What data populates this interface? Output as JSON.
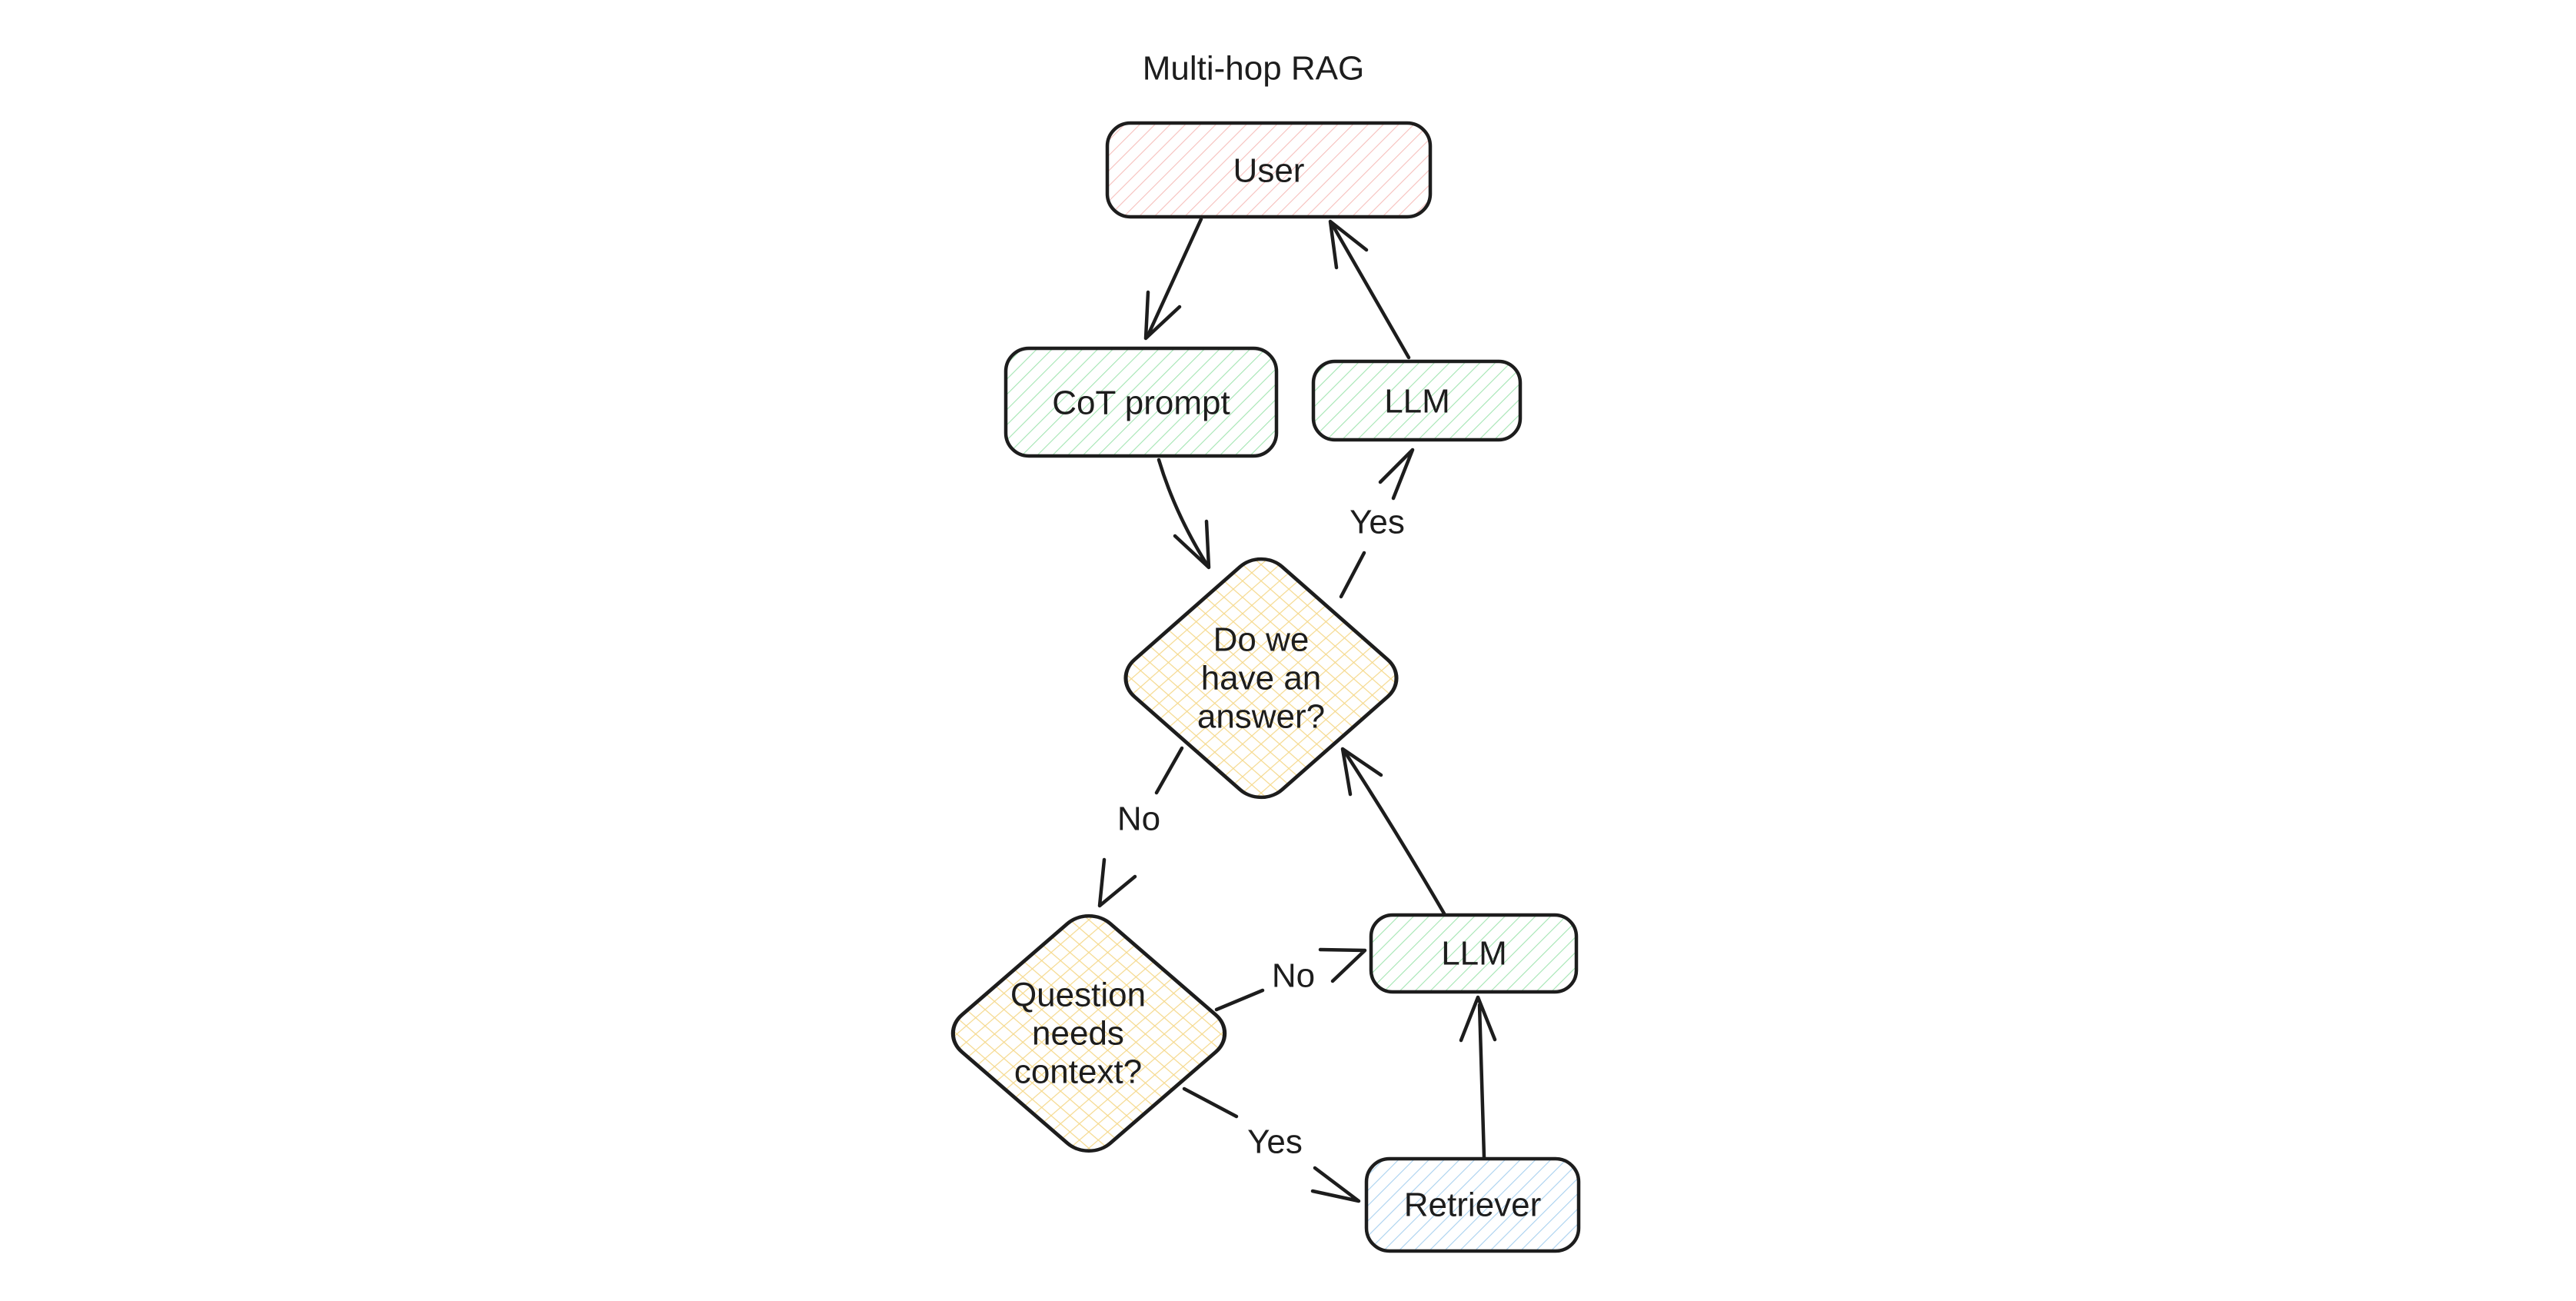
{
  "diagram": {
    "title": "Multi-hop RAG",
    "nodes": {
      "user": {
        "label": "User",
        "shape": "rounded-rect",
        "fill_pattern": "pink-diagonal-hatch"
      },
      "cot_prompt": {
        "label": "CoT prompt",
        "shape": "rounded-rect",
        "fill_pattern": "green-diagonal-hatch"
      },
      "llm_top": {
        "label": "LLM",
        "shape": "rounded-rect",
        "fill_pattern": "green-diagonal-hatch"
      },
      "answer_decision": {
        "label": "Do we have an answer?",
        "label_lines": [
          "Do we",
          "have an",
          "answer?"
        ],
        "shape": "diamond",
        "fill_pattern": "yellow-crosshatch"
      },
      "context_decision": {
        "label": "Question needs context?",
        "label_lines": [
          "Question",
          "needs",
          "context?"
        ],
        "shape": "diamond",
        "fill_pattern": "yellow-crosshatch"
      },
      "llm_bottom": {
        "label": "LLM",
        "shape": "rounded-rect",
        "fill_pattern": "green-diagonal-hatch"
      },
      "retriever": {
        "label": "Retriever",
        "shape": "rounded-rect",
        "fill_pattern": "blue-diagonal-hatch"
      }
    },
    "edges": [
      {
        "from": "user",
        "to": "cot_prompt",
        "label": ""
      },
      {
        "from": "cot_prompt",
        "to": "answer_decision",
        "label": ""
      },
      {
        "from": "answer_decision",
        "to": "llm_top",
        "label": "Yes"
      },
      {
        "from": "llm_top",
        "to": "user",
        "label": ""
      },
      {
        "from": "answer_decision",
        "to": "context_decision",
        "label": "No"
      },
      {
        "from": "context_decision",
        "to": "llm_bottom",
        "label": "No"
      },
      {
        "from": "context_decision",
        "to": "retriever",
        "label": "Yes"
      },
      {
        "from": "retriever",
        "to": "llm_bottom",
        "label": ""
      },
      {
        "from": "llm_bottom",
        "to": "answer_decision",
        "label": ""
      }
    ],
    "colors": {
      "stroke": "#1d1d1d",
      "text": "#1d1d1d",
      "pink_hatch": "#f6bfbc",
      "green_hatch": "#a3e5b2",
      "yellow_hatch": "#f5d98d",
      "blue_hatch": "#a9d1ef",
      "background": "#ffffff"
    }
  }
}
